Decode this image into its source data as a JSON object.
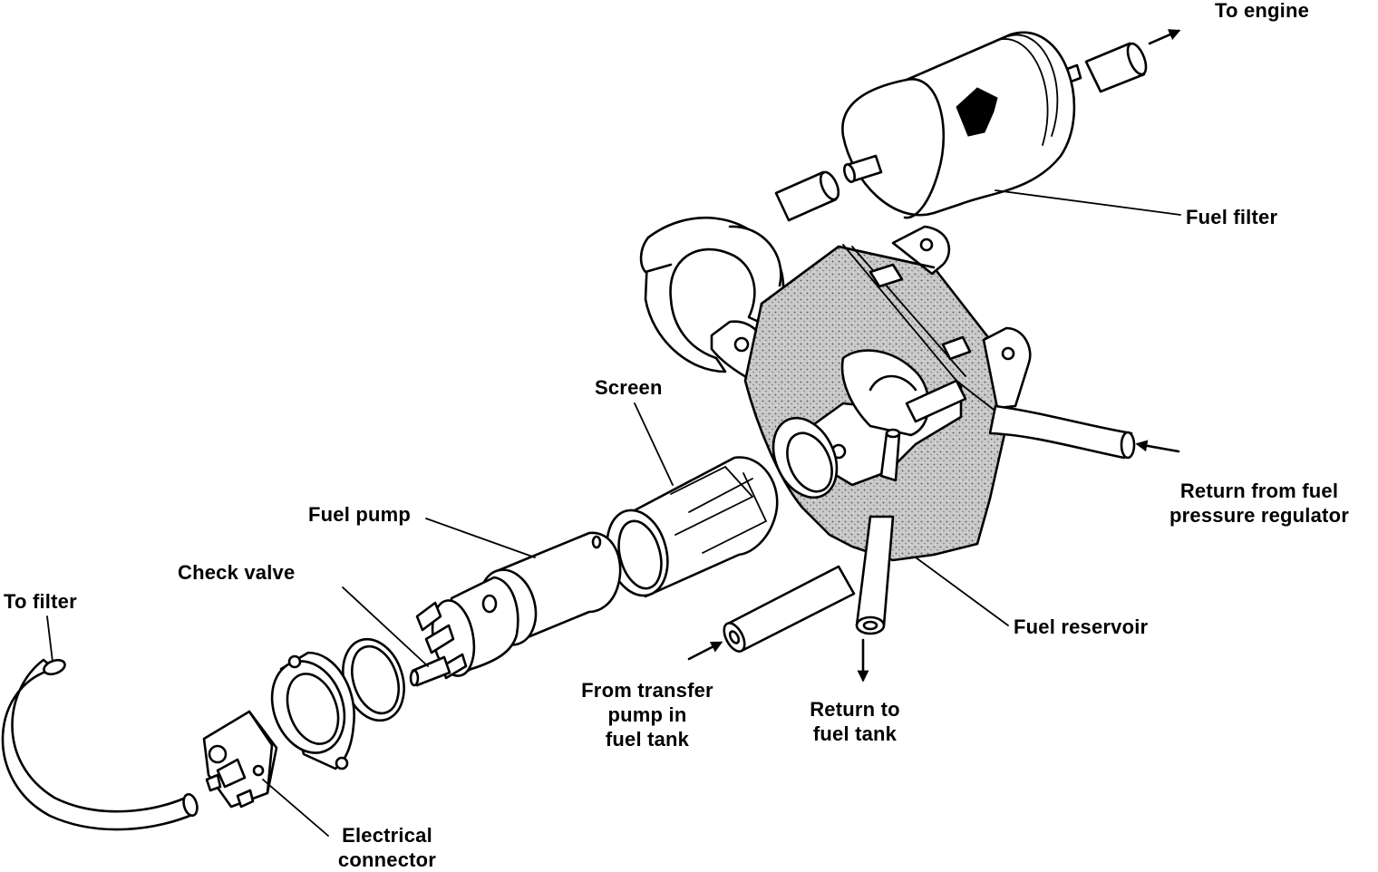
{
  "diagram": {
    "labels": {
      "to_engine": "To engine",
      "fuel_filter": "Fuel filter",
      "screen": "Screen",
      "return_from_regulator": [
        "Return from fuel",
        "pressure regulator"
      ],
      "fuel_pump": "Fuel pump",
      "check_valve": "Check valve",
      "to_filter": "To filter",
      "fuel_reservoir": "Fuel reservoir",
      "from_transfer_pump": [
        "From transfer",
        "pump in",
        "fuel tank"
      ],
      "return_to_tank": [
        "Return to",
        "fuel tank"
      ],
      "electrical_connector": [
        "Electrical",
        "connector"
      ]
    },
    "colors": {
      "ink": "#000000",
      "paper": "#ffffff",
      "stipple": "#8a8a8a"
    }
  }
}
